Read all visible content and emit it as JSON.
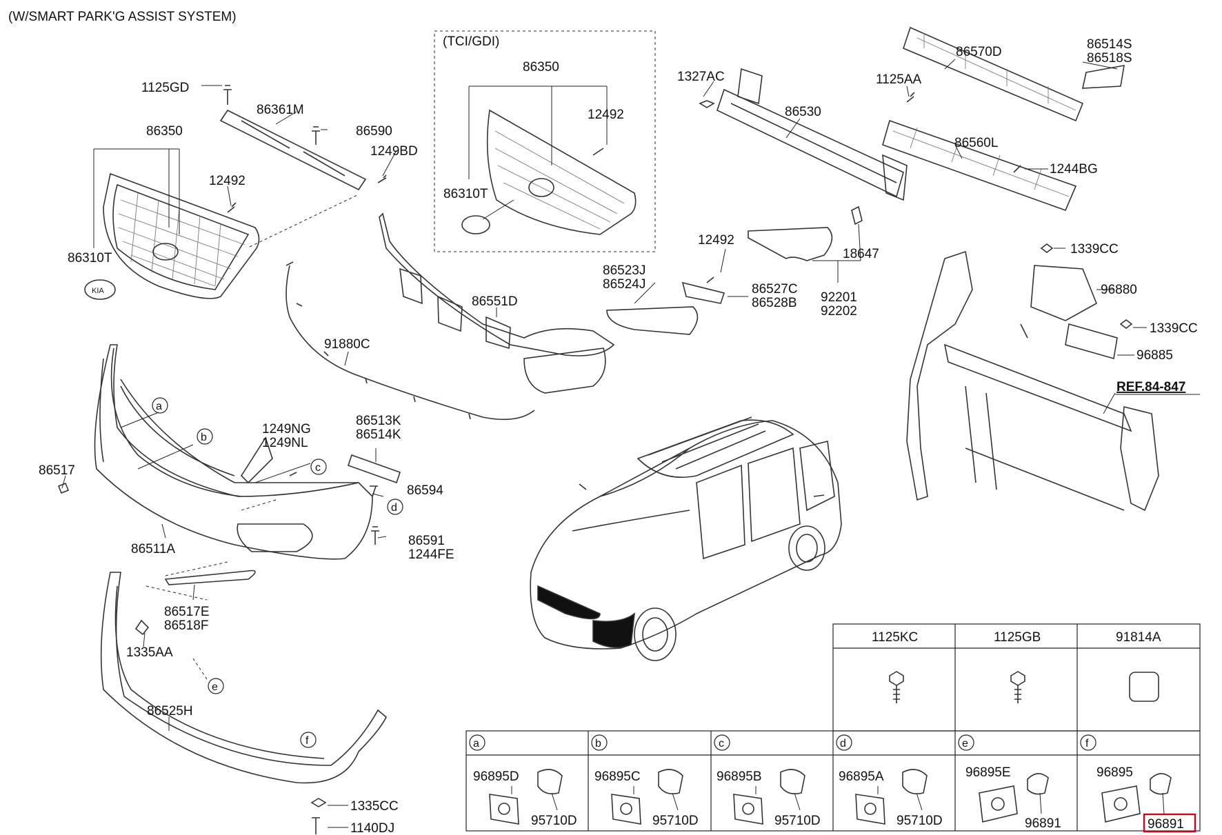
{
  "header": {
    "title": "(W/SMART PARK'G ASSIST SYSTEM)"
  },
  "inset": {
    "label": "(TCI/GDI)",
    "part_grille": "86350",
    "part_screw": "12492",
    "part_emblem": "86310T"
  },
  "labels": {
    "p1125GD": "1125GD",
    "p86361M": "86361M",
    "p86590": "86590",
    "p1249BD": "1249BD",
    "p86350": "86350",
    "p12492": "12492",
    "p86310T": "86310T",
    "p1327AC": "1327AC",
    "p86530": "86530",
    "p1125AA": "1125AA",
    "p86570D": "86570D",
    "p86514S": "86514S",
    "p86518S": "86518S",
    "p86560L": "86560L",
    "p1244BG": "1244BG",
    "p12492b": "12492",
    "p18647": "18647",
    "p86523J": "86523J",
    "p86524J": "86524J",
    "p86527C": "86527C",
    "p86528B": "86528B",
    "p92201": "92201",
    "p92202": "92202",
    "p86551D": "86551D",
    "p91880C": "91880C",
    "p1339CC_top": "1339CC",
    "p96880": "96880",
    "p1339CC_mid": "1339CC",
    "p96885": "96885",
    "ref": "REF.84-847",
    "p86517": "86517",
    "p1249NG": "1249NG",
    "p1249NL": "1249NL",
    "p86513K": "86513K",
    "p86514K": "86514K",
    "p86594": "86594",
    "p86591": "86591",
    "p1244FE": "1244FE",
    "p86511A": "86511A",
    "p86517E": "86517E",
    "p86518F": "86518F",
    "p1335AA": "1335AA",
    "p86525H": "86525H",
    "p1335CC": "1335CC",
    "p1140DJ": "1140DJ"
  },
  "callouts": [
    "a",
    "b",
    "c",
    "d",
    "e",
    "f"
  ],
  "top_table": {
    "headers": [
      "1125KC",
      "1125GB",
      "91814A"
    ]
  },
  "sensor_table": [
    {
      "letter": "a",
      "sensor": "96895D",
      "harness": "95710D"
    },
    {
      "letter": "b",
      "sensor": "96895C",
      "harness": "95710D"
    },
    {
      "letter": "c",
      "sensor": "96895B",
      "harness": "95710D"
    },
    {
      "letter": "d",
      "sensor": "96895A",
      "harness": "95710D"
    },
    {
      "letter": "e",
      "sensor": "96895E",
      "harness": "96891"
    },
    {
      "letter": "f",
      "sensor": "96895",
      "harness": "96891"
    }
  ],
  "highlight_color": "#d0021b"
}
